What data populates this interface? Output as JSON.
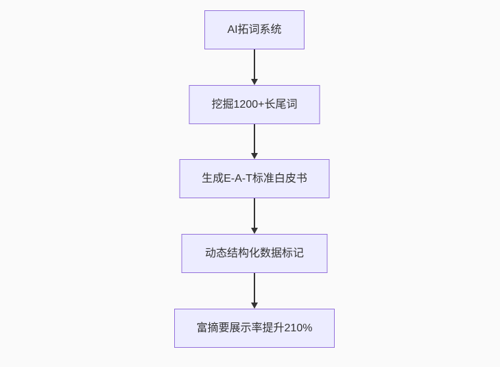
{
  "diagram": {
    "type": "flowchart",
    "direction": "top-down",
    "background_color": "#fafafa",
    "node_fill_color": "#ececff",
    "node_border_color": "#9370db",
    "node_text_color": "#333333",
    "arrow_color": "#333333",
    "nodes": [
      {
        "label": "AI拓词系统"
      },
      {
        "label": "挖掘1200+长尾词"
      },
      {
        "label": "生成E-A-T标准白皮书"
      },
      {
        "label": "动态结构化数据标记"
      },
      {
        "label": "富摘要展示率提升210%"
      }
    ],
    "edges": [
      {
        "from": 0,
        "to": 1
      },
      {
        "from": 1,
        "to": 2
      },
      {
        "from": 2,
        "to": 3
      },
      {
        "from": 3,
        "to": 4
      }
    ]
  }
}
